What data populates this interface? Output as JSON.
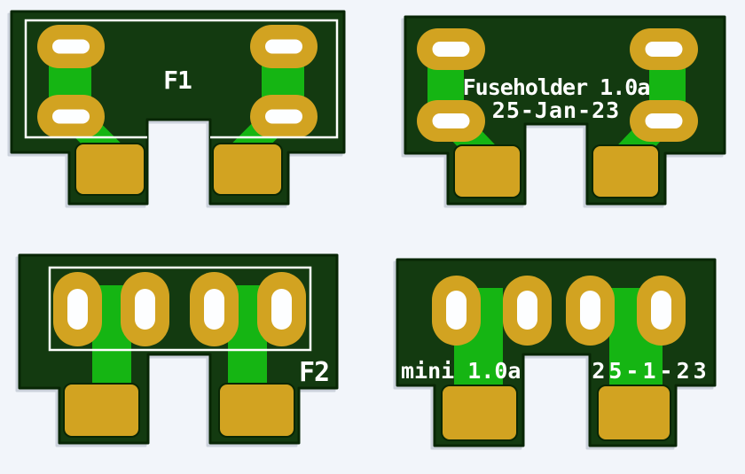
{
  "colors": {
    "background": "#f2f5fa",
    "board": "#133a10",
    "board_outline": "#082605",
    "trace": "#15b513",
    "pad_gold": "#d2a321",
    "silkscreen": "#ffffff",
    "hole": "#fdfeff",
    "shadow": "#ccd2dc"
  },
  "boards": [
    {
      "id": "top-left",
      "reference": "F1"
    },
    {
      "id": "top-right",
      "line1": "Fuseholder 1.0a",
      "line2": "25-Jan-23"
    },
    {
      "id": "bottom-left",
      "reference": "F2"
    },
    {
      "id": "bottom-right",
      "line1": "mini 1.0a",
      "line2": "25-1-23"
    }
  ]
}
